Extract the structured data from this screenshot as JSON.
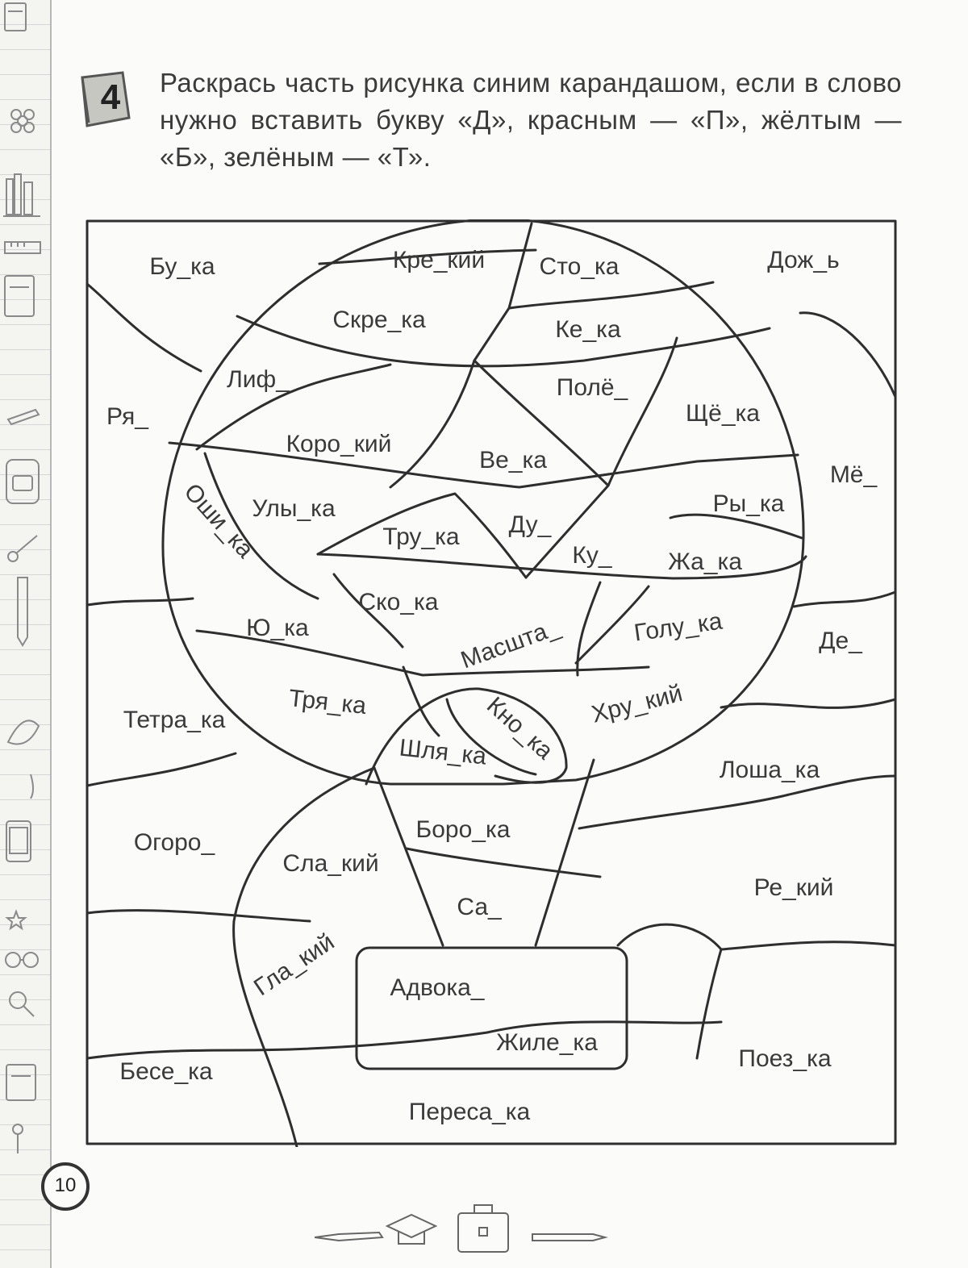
{
  "task": {
    "number": "4",
    "instruction": "Раскрась часть рисунка синим карандашом, если в слово нужно вставить букву «Д», красным — «П», жёлтым — «Б», зелёным — «Т»."
  },
  "puzzle": {
    "words": [
      "Бу_ка",
      "Кре_кий",
      "Сто_ка",
      "Дож_ь",
      "Скре_ка",
      "Ке_ка",
      "Лиф_",
      "Полё_",
      "Ря_",
      "Щё_ка",
      "Коро_кий",
      "Ве_ка",
      "Мё_",
      "Оши_ка",
      "Улы_ка",
      "Ду_",
      "Ры_ка",
      "Тру_ка",
      "Ку_",
      "Жа_ка",
      "Ско_ка",
      "Ю_ка",
      "Голу_ка",
      "Масшта_",
      "Де_",
      "Тря_ка",
      "Кно_ка",
      "Хру_кий",
      "Тетра_ка",
      "Шля_ка",
      "Лоша_ка",
      "Боро_ка",
      "Огоро_",
      "Сла_кий",
      "Ре_кий",
      "Са_",
      "Гла_кий",
      "Адвока_",
      "Жиле_ка",
      "Бесе_ка",
      "Поез_ка",
      "Переса_ка"
    ]
  },
  "page": {
    "number": "10"
  },
  "icons": {
    "margin": [
      "notebook-icon",
      "flower-icon",
      "books-icon",
      "ruler-icon",
      "pencil-icon",
      "backpack-icon",
      "scissors-icon",
      "leaf-icon",
      "phone-icon",
      "star-icon",
      "glasses-icon",
      "magnifier-icon"
    ],
    "footer": [
      "pen-icon",
      "graduation-cap-icon",
      "briefcase-icon",
      "pencil-icon"
    ]
  }
}
